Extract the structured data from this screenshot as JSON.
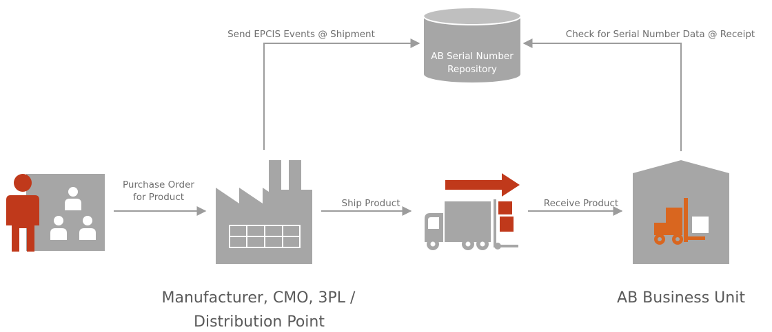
{
  "repository": {
    "line1": "AB Serial Number",
    "line2": "Repository"
  },
  "flows": {
    "send_events": "Send EPCIS Events @ Shipment",
    "check_data": "Check for Serial Number Data @ Receipt",
    "purchase_order_line1": "Purchase Order",
    "purchase_order_line2": "for Product",
    "ship_product": "Ship Product",
    "receive_product": "Receive Product"
  },
  "nodes": {
    "manufacturer_line1": "Manufacturer, CMO, 3PL /",
    "manufacturer_line2": "Distribution Point",
    "business_unit": "AB Business Unit"
  },
  "colors": {
    "gray": "#a6a6a6",
    "accent": "#c0391b",
    "forklift": "#d9661f",
    "connector": "#9c9c9c",
    "text": "#6f6f6f"
  }
}
